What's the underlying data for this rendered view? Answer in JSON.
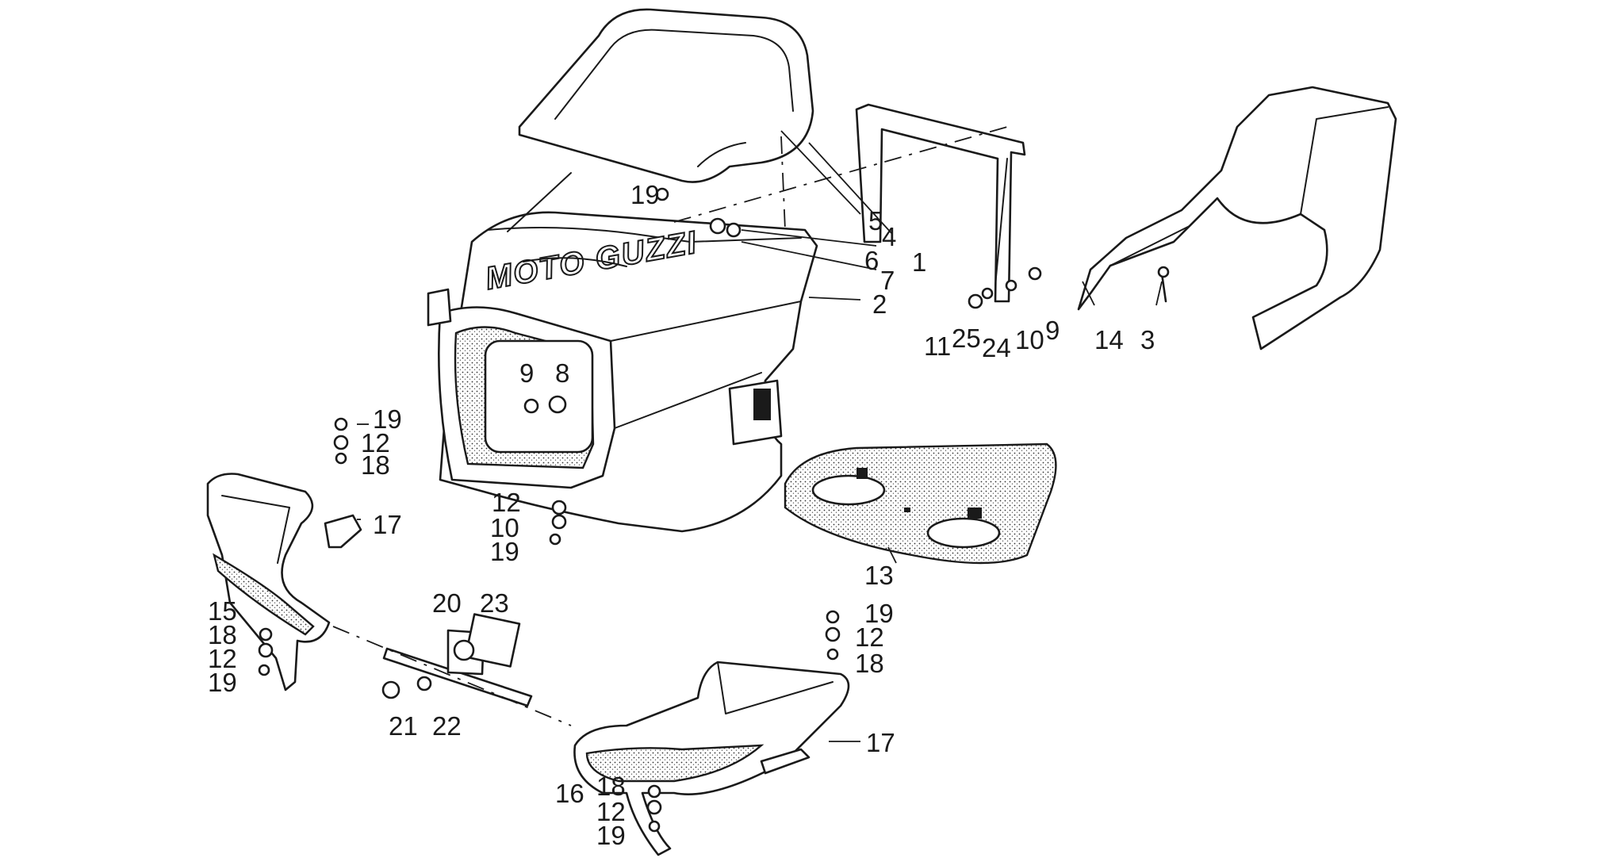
{
  "diagram": {
    "logo_text": "MOTO GUZZI",
    "callouts": {
      "c19a": "19",
      "c5": "5",
      "c4": "4",
      "c6": "6",
      "c1": "1",
      "c7": "7",
      "c2": "2",
      "c11": "11",
      "c25": "25",
      "c24": "24",
      "c10a": "10",
      "c9a": "9",
      "c14": "14",
      "c3": "3",
      "c9b": "9",
      "c8": "8",
      "c19b": "19",
      "c12b": "12",
      "c18b": "18",
      "c17a": "17",
      "c12c": "12",
      "c10c": "10",
      "c19c": "19",
      "c13": "13",
      "c15": "15",
      "c18d": "18",
      "c12d": "12",
      "c19d": "19",
      "c20": "20",
      "c23": "23",
      "c21": "21",
      "c22": "22",
      "c19e": "19",
      "c12e": "12",
      "c18e": "18",
      "c17b": "17",
      "c16": "16",
      "c18f": "18",
      "c12f": "12",
      "c19f": "19"
    }
  }
}
